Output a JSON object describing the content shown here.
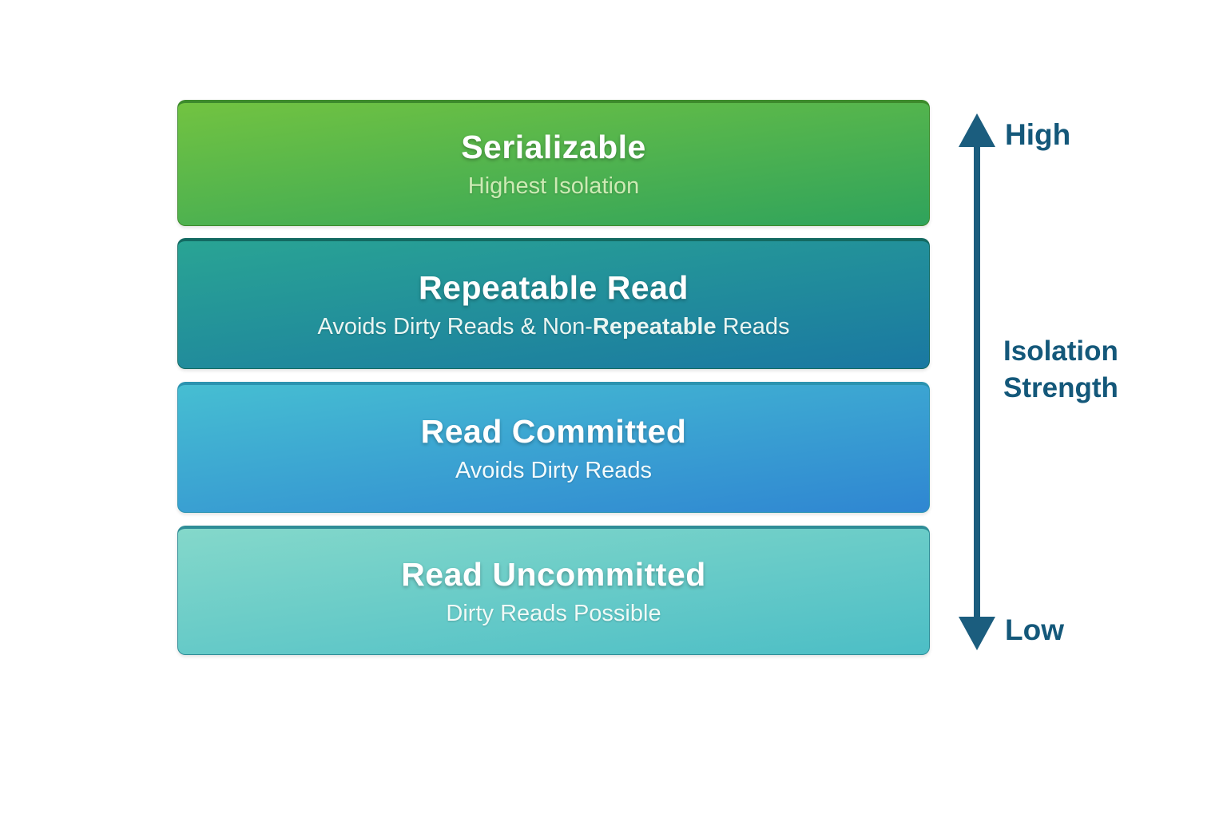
{
  "bars": [
    {
      "title": "Serializable",
      "subtitle_pre": "Highest Isolation",
      "subtitle_bold": "",
      "subtitle_post": "",
      "colors": {
        "top": "#72c341",
        "bottom": "#2fa35c",
        "edge": "#3d8a2c",
        "subtitle": "#cdeab4"
      }
    },
    {
      "title": "Repeatable Read",
      "subtitle_pre": "Avoids Dirty Reads & Non-",
      "subtitle_bold": "Repeatable",
      "subtitle_post": " Reads",
      "colors": {
        "top": "#29a494",
        "bottom": "#1a78a2",
        "edge": "#136a62",
        "subtitle": "#e9f5f2"
      }
    },
    {
      "title": "Read Committed",
      "subtitle_pre": "Avoids Dirty Reads",
      "subtitle_bold": "",
      "subtitle_post": "",
      "colors": {
        "top": "#46bed2",
        "bottom": "#2f86d2",
        "edge": "#2b93b0",
        "subtitle": "#f2fbfd"
      }
    },
    {
      "title": "Read Uncommitted",
      "subtitle_pre": "Dirty Reads Possible",
      "subtitle_bold": "",
      "subtitle_post": "",
      "colors": {
        "top": "#84d8ca",
        "bottom": "#4cbec6",
        "edge": "#2f8d97",
        "subtitle": "#effaf7"
      }
    }
  ],
  "axis": {
    "high_label": "High",
    "low_label": "Low",
    "label_line1": "Isolation",
    "label_line2": "Strength",
    "arrow_color": "#1b5d7e",
    "label_color": "#14587a"
  }
}
